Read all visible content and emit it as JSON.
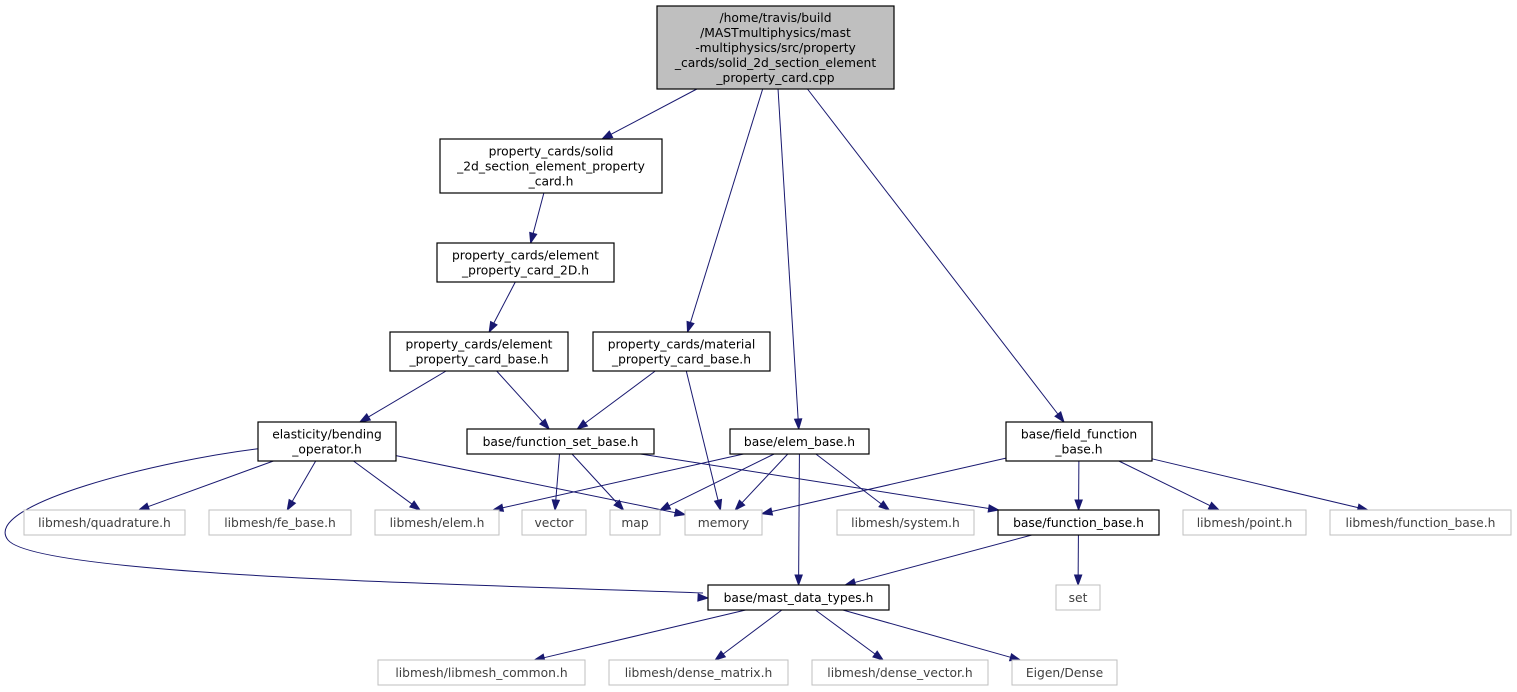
{
  "graph": {
    "root_id": "root",
    "nodes": [
      {
        "id": "root",
        "kind": "root",
        "lines": [
          "/home/travis/build",
          "/MASTmultiphysics/mast",
          "-multiphysics/src/property",
          "_cards/solid_2d_section_element",
          "_property_card.cpp"
        ]
      },
      {
        "id": "pc_solid2d",
        "kind": "internal",
        "lines": [
          "property_cards/solid",
          "_2d_section_element_property",
          "_card.h"
        ]
      },
      {
        "id": "pc_elem2d",
        "kind": "internal",
        "lines": [
          "property_cards/element",
          "_property_card_2D.h"
        ]
      },
      {
        "id": "pc_elembase",
        "kind": "internal",
        "lines": [
          "property_cards/element",
          "_property_card_base.h"
        ]
      },
      {
        "id": "pc_matbase",
        "kind": "internal",
        "lines": [
          "property_cards/material",
          "_property_card_base.h"
        ]
      },
      {
        "id": "elast_bend",
        "kind": "internal",
        "lines": [
          "elasticity/bending",
          "_operator.h"
        ]
      },
      {
        "id": "func_set_base",
        "kind": "internal",
        "lines": [
          "base/function_set_base.h"
        ]
      },
      {
        "id": "elem_base",
        "kind": "internal",
        "lines": [
          "base/elem_base.h"
        ]
      },
      {
        "id": "field_func_base",
        "kind": "internal",
        "lines": [
          "base/field_function",
          "_base.h"
        ]
      },
      {
        "id": "lm_quad",
        "kind": "external",
        "lines": [
          "libmesh/quadrature.h"
        ]
      },
      {
        "id": "lm_febase",
        "kind": "external",
        "lines": [
          "libmesh/fe_base.h"
        ]
      },
      {
        "id": "lm_elem",
        "kind": "external",
        "lines": [
          "libmesh/elem.h"
        ]
      },
      {
        "id": "vector",
        "kind": "external",
        "lines": [
          "vector"
        ]
      },
      {
        "id": "map",
        "kind": "external",
        "lines": [
          "map"
        ]
      },
      {
        "id": "memory",
        "kind": "external",
        "lines": [
          "memory"
        ]
      },
      {
        "id": "lm_system",
        "kind": "external",
        "lines": [
          "libmesh/system.h"
        ]
      },
      {
        "id": "func_base",
        "kind": "internal",
        "lines": [
          "base/function_base.h"
        ]
      },
      {
        "id": "lm_point",
        "kind": "external",
        "lines": [
          "libmesh/point.h"
        ]
      },
      {
        "id": "lm_funcbase",
        "kind": "external",
        "lines": [
          "libmesh/function_base.h"
        ]
      },
      {
        "id": "set",
        "kind": "external",
        "lines": [
          "set"
        ]
      },
      {
        "id": "mast_types",
        "kind": "internal",
        "lines": [
          "base/mast_data_types.h"
        ]
      },
      {
        "id": "lm_common",
        "kind": "external",
        "lines": [
          "libmesh/libmesh_common.h"
        ]
      },
      {
        "id": "lm_densemat",
        "kind": "external",
        "lines": [
          "libmesh/dense_matrix.h"
        ]
      },
      {
        "id": "lm_densevec",
        "kind": "external",
        "lines": [
          "libmesh/dense_vector.h"
        ]
      },
      {
        "id": "eigen_dense",
        "kind": "external",
        "lines": [
          "Eigen/Dense"
        ]
      }
    ],
    "edges": [
      {
        "from": "root",
        "to": "pc_solid2d"
      },
      {
        "from": "root",
        "to": "pc_matbase"
      },
      {
        "from": "root",
        "to": "elem_base"
      },
      {
        "from": "root",
        "to": "field_func_base"
      },
      {
        "from": "pc_solid2d",
        "to": "pc_elem2d"
      },
      {
        "from": "pc_elem2d",
        "to": "pc_elembase"
      },
      {
        "from": "pc_elembase",
        "to": "elast_bend"
      },
      {
        "from": "pc_elembase",
        "to": "func_set_base"
      },
      {
        "from": "pc_matbase",
        "to": "func_set_base"
      },
      {
        "from": "pc_matbase",
        "to": "memory"
      },
      {
        "from": "elast_bend",
        "to": "lm_quad"
      },
      {
        "from": "elast_bend",
        "to": "lm_febase"
      },
      {
        "from": "elast_bend",
        "to": "lm_elem"
      },
      {
        "from": "elast_bend",
        "to": "memory"
      },
      {
        "from": "elast_bend",
        "to": "mast_types"
      },
      {
        "from": "func_set_base",
        "to": "vector"
      },
      {
        "from": "func_set_base",
        "to": "map"
      },
      {
        "from": "func_set_base",
        "to": "func_base"
      },
      {
        "from": "elem_base",
        "to": "lm_elem"
      },
      {
        "from": "elem_base",
        "to": "map"
      },
      {
        "from": "elem_base",
        "to": "memory"
      },
      {
        "from": "elem_base",
        "to": "lm_system"
      },
      {
        "from": "elem_base",
        "to": "mast_types"
      },
      {
        "from": "field_func_base",
        "to": "memory"
      },
      {
        "from": "field_func_base",
        "to": "func_base"
      },
      {
        "from": "field_func_base",
        "to": "lm_point"
      },
      {
        "from": "field_func_base",
        "to": "lm_funcbase"
      },
      {
        "from": "func_base",
        "to": "mast_types"
      },
      {
        "from": "func_base",
        "to": "set"
      },
      {
        "from": "mast_types",
        "to": "lm_common"
      },
      {
        "from": "mast_types",
        "to": "lm_densemat"
      },
      {
        "from": "mast_types",
        "to": "lm_densevec"
      },
      {
        "from": "mast_types",
        "to": "eigen_dense"
      }
    ],
    "colors": {
      "edge": "#191970",
      "root_fill": "#bfbfbf",
      "internal_border": "#000000",
      "external_border": "#bfbfbf",
      "external_text": "#404040"
    }
  }
}
